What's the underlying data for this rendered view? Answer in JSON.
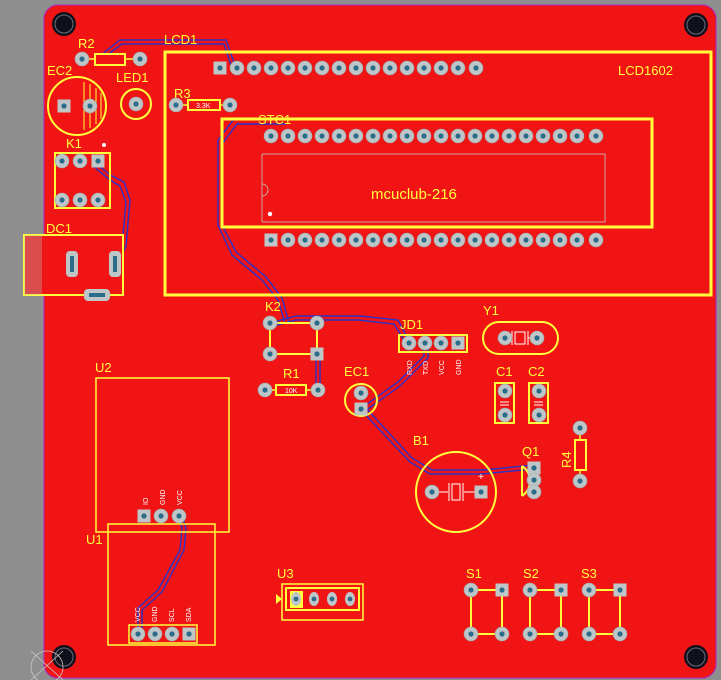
{
  "board": {
    "title": "mcuclub-216",
    "colors": {
      "background": "#8e8e8e",
      "copper": "#f01414",
      "silk": "#ffff3c",
      "trace": "#2a33c8",
      "pad": "#bfc6c8",
      "drill": "#2a6c8a",
      "outline": "#b020c0"
    }
  },
  "components": {
    "r2": "R2",
    "lcd1": "LCD1",
    "lcd1602": "LCD1602",
    "ec2": "EC2",
    "led1": "LED1",
    "r3": "R3",
    "r3_value": "3.3K",
    "stc1": "STC1",
    "k1": "K1",
    "dc1": "DC1",
    "k2": "K2",
    "jd1": "JD1",
    "y1": "Y1",
    "r1": "R1",
    "r1_value": "10K",
    "ec1": "EC1",
    "c1": "C1",
    "c2": "C2",
    "u2": "U2",
    "b1": "B1",
    "q1": "Q1",
    "r4": "R4",
    "u1": "U1",
    "u3": "U3",
    "s1": "S1",
    "s2": "S2",
    "s3": "S3"
  },
  "pin_labels": {
    "jd1": [
      "RXD",
      "TXD",
      "VCC",
      "GND"
    ],
    "u1": [
      "VCC",
      "GND",
      "SCL",
      "SDA"
    ],
    "u2": [
      "IO",
      "GND",
      "VCC"
    ]
  }
}
